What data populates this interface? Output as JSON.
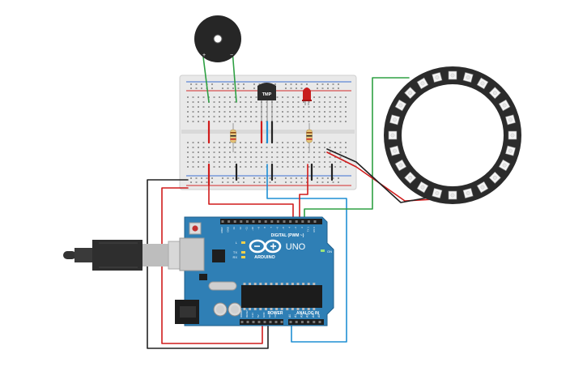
{
  "colors": {
    "breadboard": "#e6e6e6",
    "rail_red": "#d42a2a",
    "rail_blue": "#3a6fd1",
    "arduino": "#2f7fb5",
    "arduino_dark": "#1f5f8b",
    "wire_red": "#d01c1c",
    "wire_black": "#222222",
    "wire_green": "#2ea043",
    "wire_blue": "#1f8fd4",
    "ring": "#2b2b2b",
    "buzzer": "#262626",
    "led": "#c81e1e"
  },
  "buzzer": {
    "plus_label": "+",
    "minus_label": "−",
    "icon": "piezo-buzzer-icon"
  },
  "temp_sensor": {
    "label": "TMP",
    "icon": "temperature-sensor-icon"
  },
  "led": {
    "icon": "red-led-icon"
  },
  "neopixel_ring": {
    "icon": "rgb-led-ring-icon"
  },
  "usb_cable": {
    "icon": "usb-b-cable-icon"
  },
  "arduino": {
    "logo_text": "ARDUINO",
    "model": "UNO",
    "digital_header": "DIGITAL (PWM ~)",
    "power_header": "POWER",
    "analog_header": "ANALOG IN",
    "led_on": "ON",
    "led_l": "L",
    "led_tx": "TX",
    "led_rx": "RX",
    "analog_pins": [
      "A0",
      "A1",
      "A2",
      "A3",
      "A4",
      "A5"
    ],
    "power_pins": [
      "IOREF",
      "RESET",
      "3.3V",
      "5V",
      "GND",
      "GND",
      "Vin"
    ],
    "digital_pins": [
      "AREF",
      "GND",
      "13",
      "12",
      "~11",
      "~10",
      "~9",
      "8",
      "7",
      "~6",
      "~5",
      "4",
      "~3",
      "2",
      "TX 1",
      "RX 0"
    ]
  }
}
